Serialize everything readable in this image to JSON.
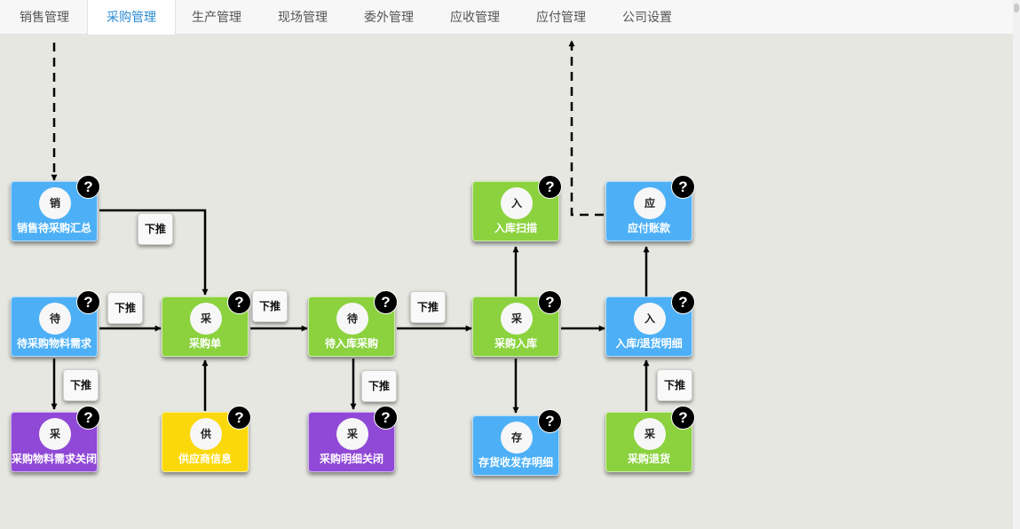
{
  "tabs": [
    {
      "label": "销售管理"
    },
    {
      "label": "采购管理"
    },
    {
      "label": "生产管理"
    },
    {
      "label": "现场管理"
    },
    {
      "label": "委外管理"
    },
    {
      "label": "应收管理"
    },
    {
      "label": "应付管理"
    },
    {
      "label": "公司设置"
    }
  ],
  "help_glyph": "?",
  "push_label": "下推",
  "colors": {
    "blue": "#4db0f6",
    "green": "#8bd23e",
    "purple": "#9048d6",
    "yellow": "#fbd80a",
    "tab_active": "#2a8bd2"
  },
  "nodes": {
    "sales_purchase_summary": {
      "glyph": "销",
      "label": "销售待采购汇总"
    },
    "pending_material_demand": {
      "glyph": "待",
      "label": "待采购物料需求"
    },
    "material_demand_close": {
      "glyph": "采",
      "label": "采购物料需求关闭"
    },
    "purchase_order": {
      "glyph": "采",
      "label": "采购单"
    },
    "supplier_info": {
      "glyph": "供",
      "label": "供应商信息"
    },
    "pending_receipt": {
      "glyph": "待",
      "label": "待入库采购"
    },
    "purchase_detail_close": {
      "glyph": "采",
      "label": "采购明细关闭"
    },
    "receipt_scan": {
      "glyph": "入",
      "label": "入库扫描"
    },
    "purchase_receipt": {
      "glyph": "采",
      "label": "采购入库"
    },
    "inventory_detail": {
      "glyph": "存",
      "label": "存货收发存明细"
    },
    "payable_account": {
      "glyph": "应",
      "label": "应付账款"
    },
    "receipt_return_detail": {
      "glyph": "入",
      "label": "入库/退货明细"
    },
    "purchase_return": {
      "glyph": "采",
      "label": "采购退货"
    }
  }
}
